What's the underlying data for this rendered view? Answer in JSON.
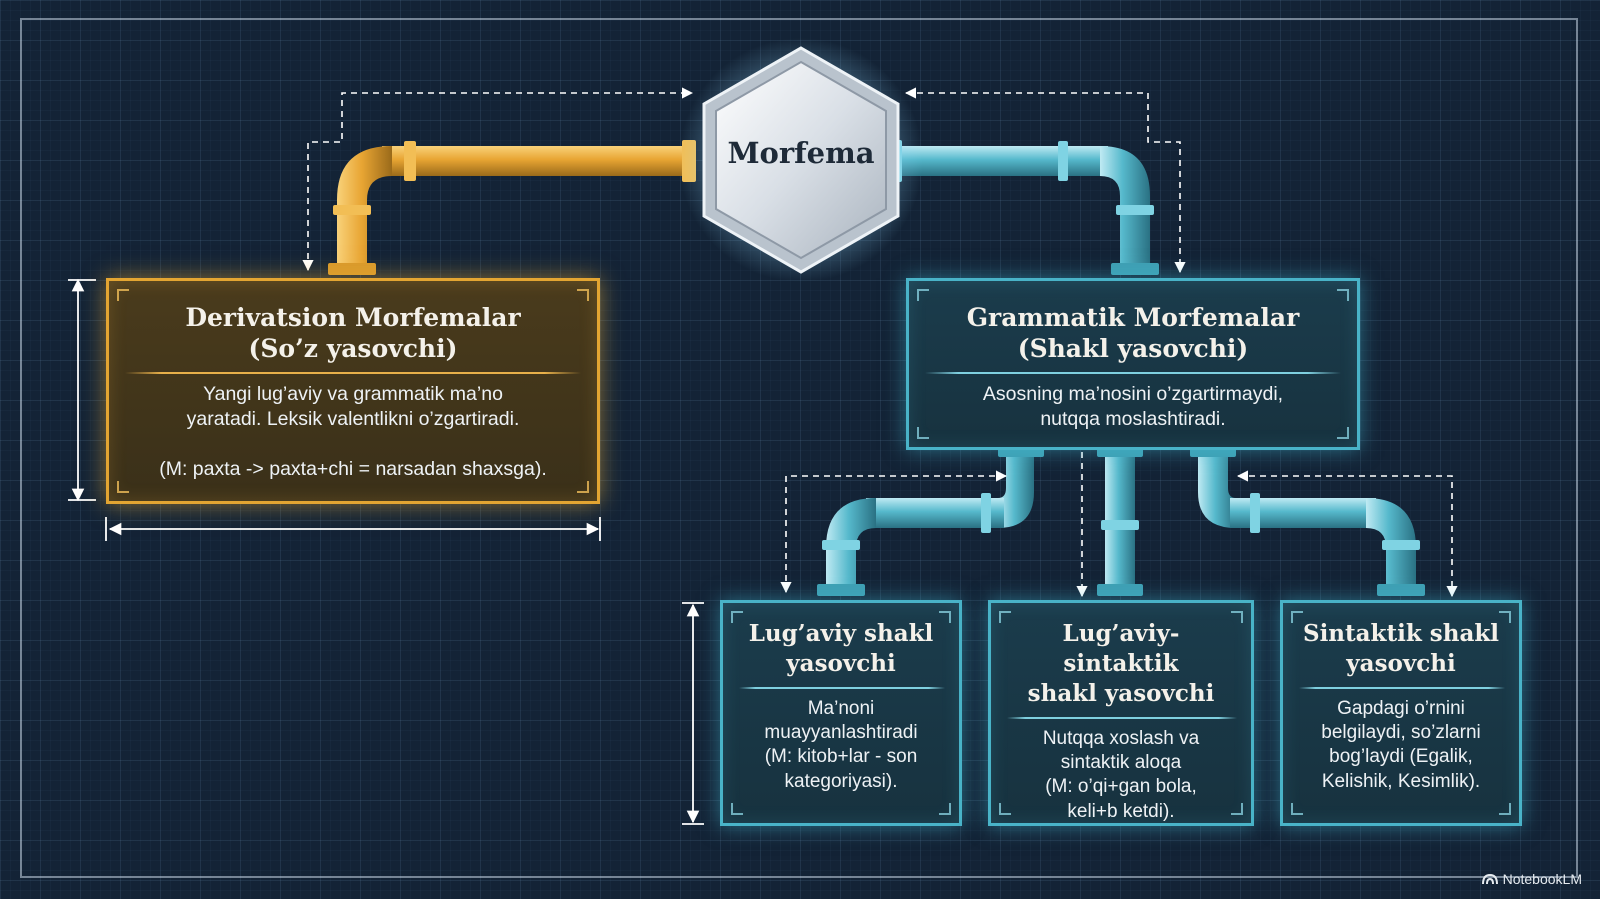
{
  "root": {
    "label": "Morfema"
  },
  "derivational": {
    "title_line1": "Derivatsion Morfemalar",
    "title_line2": "(So’z yasovchi)",
    "desc_line1": "Yangi lug’aviy va grammatik ma’no",
    "desc_line2": "yaratadi. Leksik valentlikni o’zgartiradi.",
    "example": "(M: paxta -> paxta+chi = narsadan shaxsga)."
  },
  "grammatical": {
    "title_line1": "Grammatik Morfemalar",
    "title_line2": "(Shakl yasovchi)",
    "desc_line1": "Asosning ma’nosini o’zgartirmaydi,",
    "desc_line2": "nutqqa moslashtiradi."
  },
  "children": [
    {
      "title_line1": "Lug’aviy shakl",
      "title_line2": "yasovchi",
      "desc": [
        "Ma’noni",
        "muayyanlashtiradi",
        "(M: kitob+lar - son",
        "kategoriyasi)."
      ]
    },
    {
      "title_line1": "Lug’aviy-sintaktik",
      "title_line2": "shakl yasovchi",
      "desc": [
        "Nutqqa xoslash va",
        "sintaktik aloqa",
        "(M: o’qi+gan bola,",
        "keli+b ketdi)."
      ]
    },
    {
      "title_line1": "Sintaktik shakl",
      "title_line2": "yasovchi",
      "desc": [
        "Gapdagi o’rnini",
        "belgilaydi, so’zlarni",
        "bog’laydi (Egalik,",
        "Kelishik, Kesimlik)."
      ]
    }
  ],
  "branding": {
    "name": "NotebookLM"
  },
  "colors": {
    "background": "#132336",
    "derivational_accent": "#e3a532",
    "grammatical_accent": "#49b3c8",
    "hex_fill": "#d9dfe6"
  }
}
